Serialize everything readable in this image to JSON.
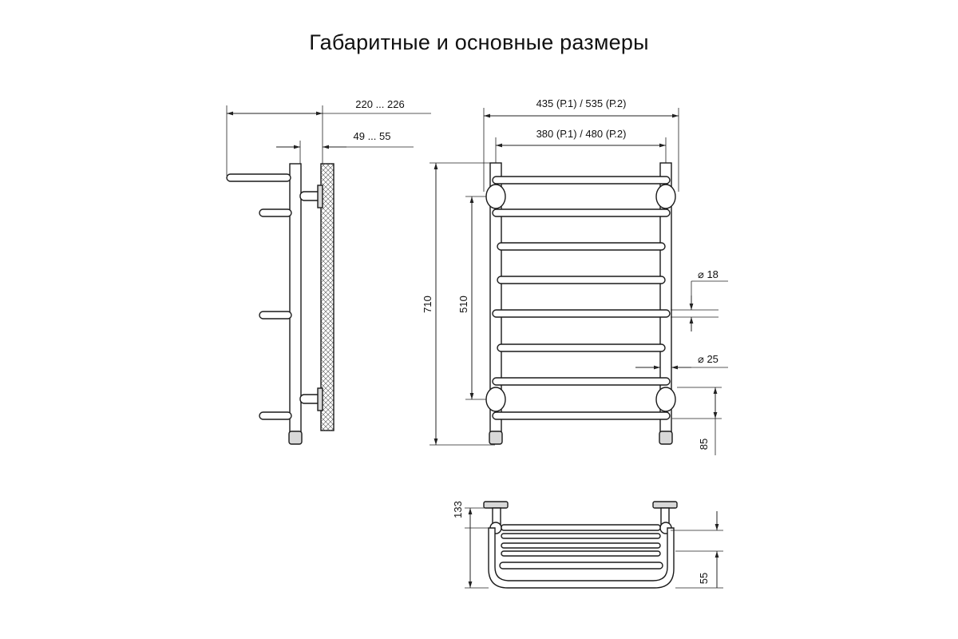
{
  "title": "Габаритные и основные размеры",
  "colors": {
    "line": "#222222",
    "fill": "#d8d8d8",
    "background": "#ffffff"
  },
  "side_view": {
    "depth_total": "220 ... 226",
    "wall_gap": "49 ... 55"
  },
  "front_view": {
    "width_outer": "435 (Р.1) / 535 (Р.2)",
    "width_axis": "380 (Р.1) / 480 (Р.2)",
    "height_total": "710",
    "height_axis": "510",
    "diameter_bar": "⌀ 18",
    "diameter_pipe": "⌀ 25",
    "bottom_offset": "85"
  },
  "top_view": {
    "depth_top": "133",
    "depth_bottom": "55"
  }
}
